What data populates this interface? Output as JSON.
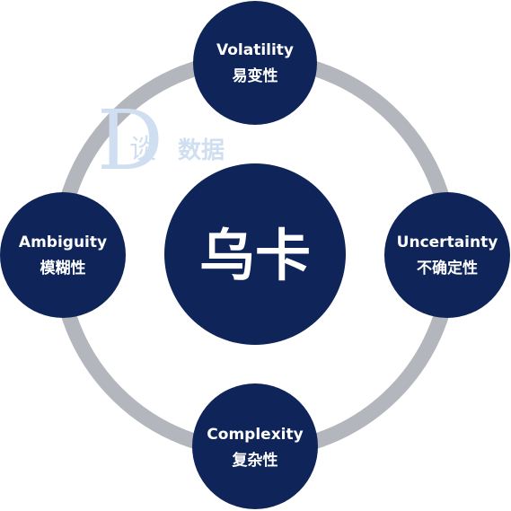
{
  "center": {
    "label": "乌卡"
  },
  "nodes": {
    "top": {
      "title": "Volatility",
      "subtitle": "易变性"
    },
    "right": {
      "title": "Uncertainty",
      "subtitle": "不确定性"
    },
    "bottom": {
      "title": "Complexity",
      "subtitle": "复杂性"
    },
    "left": {
      "title": "Ambiguity",
      "subtitle": "模糊性"
    }
  },
  "watermark": {
    "letter": "D",
    "char": "谈",
    "text": "数据"
  },
  "colors": {
    "node_fill": "#0f2458",
    "ring": "#b3b6bc",
    "watermark": "#cfdff1",
    "text": "#ffffff"
  }
}
